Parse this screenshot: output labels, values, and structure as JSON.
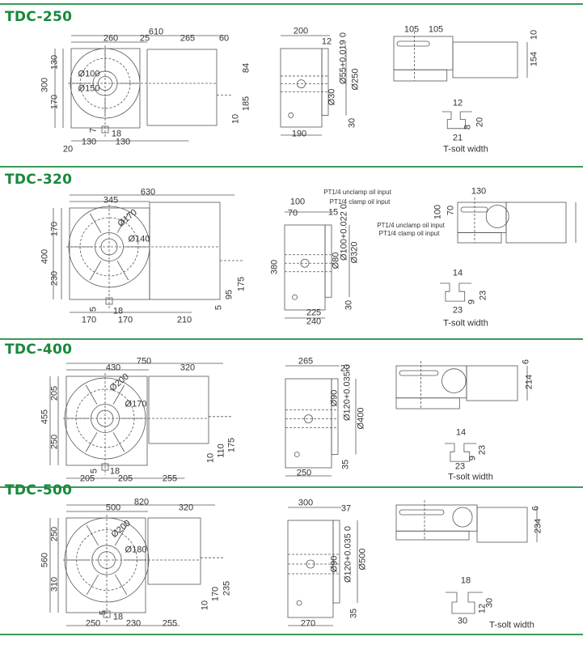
{
  "colors": {
    "accent": "#17893b",
    "divider": "#3a9a5a",
    "line": "#555555"
  },
  "sections": [
    {
      "title": "TDC-250",
      "labels": [
        "610",
        "260",
        "25",
        "265",
        "60",
        "130",
        "300",
        "170",
        "Ø100",
        "Ø150",
        "84",
        "185",
        "10",
        "7",
        "18",
        "130",
        "130",
        "20",
        "200",
        "12",
        "Ø55+0.019 0",
        "Ø30",
        "Ø250",
        "30",
        "190",
        "105",
        "105",
        "10",
        "154",
        "12",
        "8",
        "20",
        "21",
        "T-solt width"
      ]
    },
    {
      "title": "TDC-320",
      "labels": [
        "630",
        "345",
        "170",
        "400",
        "230",
        "Ø170",
        "Ø140",
        "175",
        "95",
        "5",
        "5",
        "18",
        "170",
        "170",
        "210",
        "100",
        "70",
        "PT1/4 unclamp oil input",
        "PT1/4 clamp oil input",
        "15",
        "Ø100+0.022 0",
        "Ø80",
        "Ø320",
        "380",
        "30",
        "225",
        "240",
        "130",
        "100",
        "70",
        "PT1/4 unclamp oil input",
        "PT1/4 clamp oil input",
        "14",
        "23",
        "9",
        "23",
        "T-solt width"
      ]
    },
    {
      "title": "TDC-400",
      "labels": [
        "750",
        "430",
        "320",
        "205",
        "455",
        "250",
        "Ø200",
        "Ø170",
        "175",
        "110",
        "10",
        "5",
        "18",
        "205",
        "205",
        "255",
        "265",
        "22",
        "Ø120+0.035 0",
        "Ø90",
        "Ø400",
        "35",
        "250",
        "6",
        "214",
        "14",
        "23",
        "9",
        "23",
        "T-solt width"
      ]
    },
    {
      "title": "TDC-500",
      "labels": [
        "820",
        "500",
        "320",
        "250",
        "560",
        "310",
        "Ø200",
        "Ø180",
        "235",
        "170",
        "10",
        "5",
        "18",
        "250",
        "230",
        "255",
        "300",
        "37",
        "Ø120+0.035 0",
        "Ø90",
        "Ø500",
        "35",
        "270",
        "6",
        "234",
        "18",
        "30",
        "12",
        "30",
        "T-solt width"
      ]
    }
  ]
}
